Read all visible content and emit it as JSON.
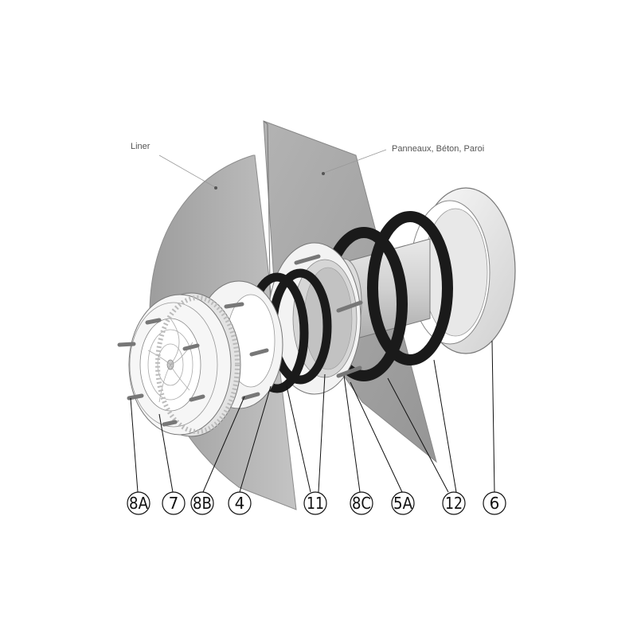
{
  "callouts": {
    "liner": "Liner",
    "walls": "Panneaux, Béton, Paroi"
  },
  "parts": [
    "8A",
    "7",
    "8B",
    "4",
    "11",
    "8C",
    "5A",
    "12",
    "6"
  ],
  "colors": {
    "panel": "#a8a8a8",
    "ring_white": "#f2f2f2",
    "gasket": "#1a1a1a",
    "outline": "#666666"
  }
}
